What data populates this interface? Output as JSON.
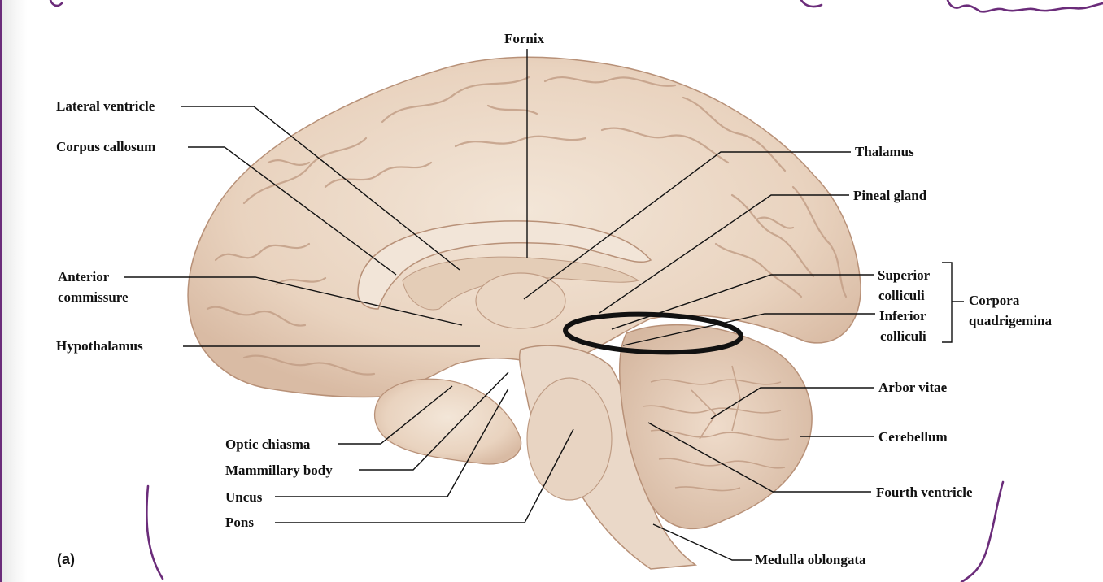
{
  "figure_label": "(a)",
  "labels": {
    "fornix": "Fornix",
    "lateral_ventricle": "Lateral ventricle",
    "corpus_callosum": "Corpus callosum",
    "anterior_commissure_1": "Anterior",
    "anterior_commissure_2": "commissure",
    "hypothalamus": "Hypothalamus",
    "optic_chiasma": "Optic chiasma",
    "mammillary_body": "Mammillary body",
    "uncus": "Uncus",
    "pons": "Pons",
    "thalamus": "Thalamus",
    "pineal_gland": "Pineal gland",
    "superior_colliculi_1": "Superior",
    "superior_colliculi_2": "colliculi",
    "inferior_colliculi_1": "Inferior",
    "inferior_colliculi_2": "colliculi",
    "corpora_quadrigemina_1": "Corpora",
    "corpora_quadrigemina_2": "quadrigemina",
    "arbor_vitae": "Arbor vitae",
    "cerebellum": "Cerebellum",
    "fourth_ventricle": "Fourth ventricle",
    "medulla_oblongata": "Medulla oblongata"
  },
  "colors": {
    "brain_tissue": "#ecd9c8",
    "brain_shadow": "#c9a993",
    "leader_line": "#111111",
    "annotation_ink": "#6b2c7a",
    "highlight_ring": "#111111"
  }
}
